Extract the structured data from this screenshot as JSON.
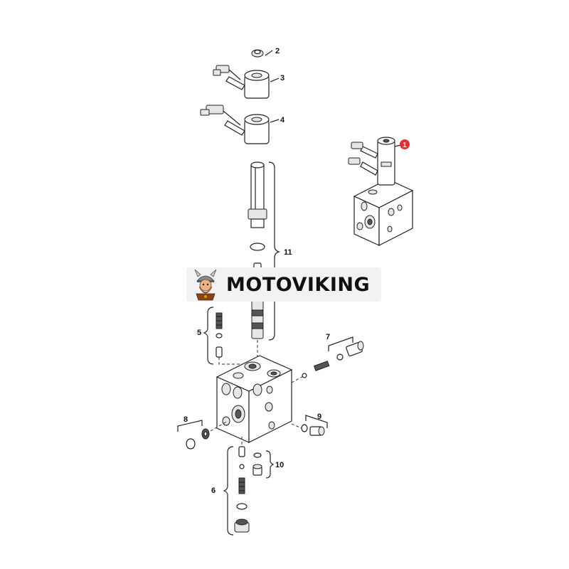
{
  "watermark": {
    "brand_text": "MOTOVIKING",
    "logo_icon": "viking-mascot-icon"
  },
  "callouts": [
    {
      "id": "1",
      "color": "#e03030"
    },
    {
      "id": "2"
    },
    {
      "id": "3"
    },
    {
      "id": "4"
    },
    {
      "id": "5"
    },
    {
      "id": "6"
    },
    {
      "id": "7"
    },
    {
      "id": "8"
    },
    {
      "id": "9"
    },
    {
      "id": "10"
    },
    {
      "id": "11"
    }
  ]
}
